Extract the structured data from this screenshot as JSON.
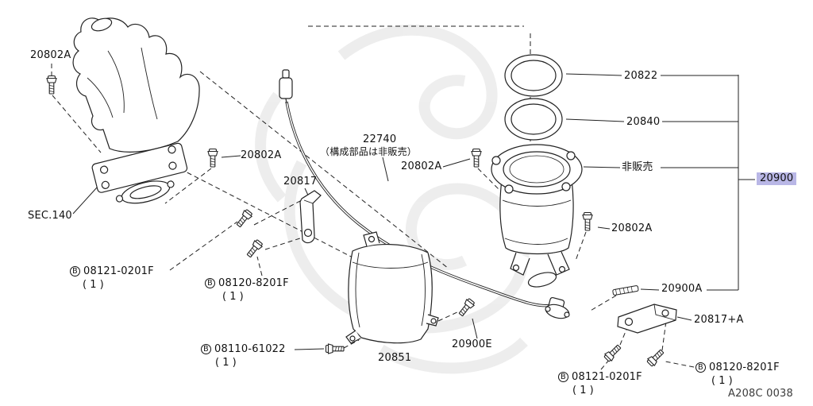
{
  "drawing": {
    "code": "A208C 0038",
    "highlight_color": "#b9b7e6"
  },
  "labels": {
    "bolt_upper_left": "20802A",
    "section_ref": "SEC.140",
    "bolt_manifold_flange": "20802A",
    "harness": "22740",
    "harness_note": "（構成部品は非販売）",
    "bolt_converter_inlet": "20802A",
    "bracket_front": "20817",
    "gasket_upper": "20822",
    "gasket_lower": "20840",
    "converter_note": "非販売",
    "catalyst_assembly": "20900",
    "bolt_converter_side": "20802A",
    "lower_cover": "20851",
    "sensor_bolt": "20900E",
    "stud": "20900A",
    "bracket_rear": "20817+A"
  },
  "fasteners": {
    "bolt_08121_left": {
      "prefix": "B",
      "num": "08121-0201F",
      "qty": "( 1 )"
    },
    "bolt_08120_left": {
      "prefix": "B",
      "num": "08120-8201F",
      "qty": "( 1 )"
    },
    "bolt_08110": {
      "prefix": "B",
      "num": "08110-61022",
      "qty": "( 1 )"
    },
    "bolt_08121_right": {
      "prefix": "B",
      "num": "08121-0201F",
      "qty": "( 1 )"
    },
    "bolt_08120_right": {
      "prefix": "B",
      "num": "08120-8201F",
      "qty": "( 1 )"
    }
  }
}
